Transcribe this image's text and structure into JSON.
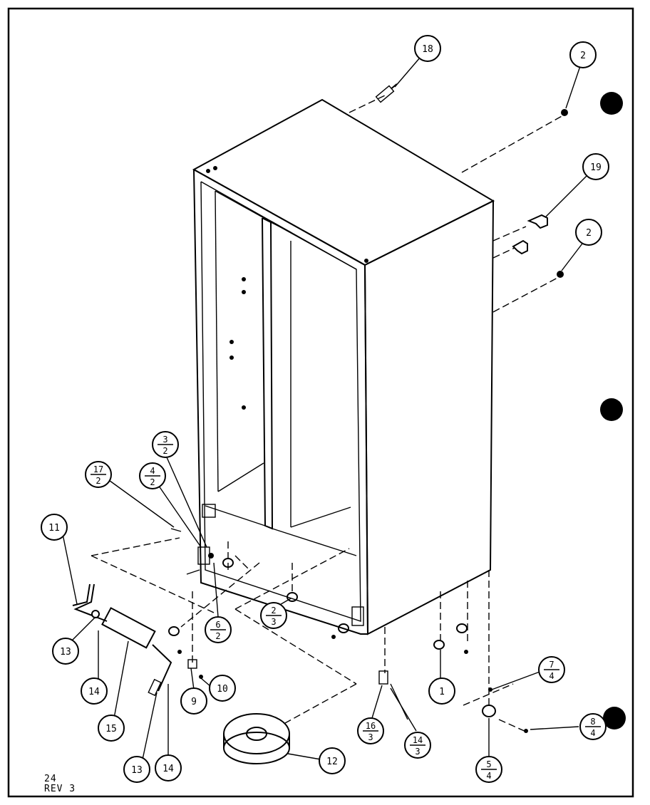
{
  "drawing": {
    "page_number": "24",
    "revision": "REV 3"
  },
  "callouts": [
    {
      "id": "c18",
      "top": "18",
      "bottom": ""
    },
    {
      "id": "c2a",
      "top": "2",
      "bottom": ""
    },
    {
      "id": "c19",
      "top": "19",
      "bottom": ""
    },
    {
      "id": "c2b",
      "top": "2",
      "bottom": ""
    },
    {
      "id": "c3-2",
      "top": "3",
      "bottom": "2"
    },
    {
      "id": "c17-2",
      "top": "17",
      "bottom": "2"
    },
    {
      "id": "c4-2",
      "top": "4",
      "bottom": "2"
    },
    {
      "id": "c11",
      "top": "11",
      "bottom": ""
    },
    {
      "id": "c6-2",
      "top": "6",
      "bottom": "2"
    },
    {
      "id": "c2-3",
      "top": "2",
      "bottom": "3"
    },
    {
      "id": "c13a",
      "top": "13",
      "bottom": ""
    },
    {
      "id": "c14a",
      "top": "14",
      "bottom": ""
    },
    {
      "id": "c15",
      "top": "15",
      "bottom": ""
    },
    {
      "id": "c9",
      "top": "9",
      "bottom": ""
    },
    {
      "id": "c10",
      "top": "10",
      "bottom": ""
    },
    {
      "id": "c13b",
      "top": "13",
      "bottom": ""
    },
    {
      "id": "c14b",
      "top": "14",
      "bottom": ""
    },
    {
      "id": "c12",
      "top": "12",
      "bottom": ""
    },
    {
      "id": "c16-3",
      "top": "16",
      "bottom": "3"
    },
    {
      "id": "c14-3",
      "top": "14",
      "bottom": "3"
    },
    {
      "id": "c1",
      "top": "1",
      "bottom": ""
    },
    {
      "id": "c7-4",
      "top": "7",
      "bottom": "4"
    },
    {
      "id": "c8-4",
      "top": "8",
      "bottom": "4"
    },
    {
      "id": "c5-4",
      "top": "5",
      "bottom": "4"
    }
  ]
}
